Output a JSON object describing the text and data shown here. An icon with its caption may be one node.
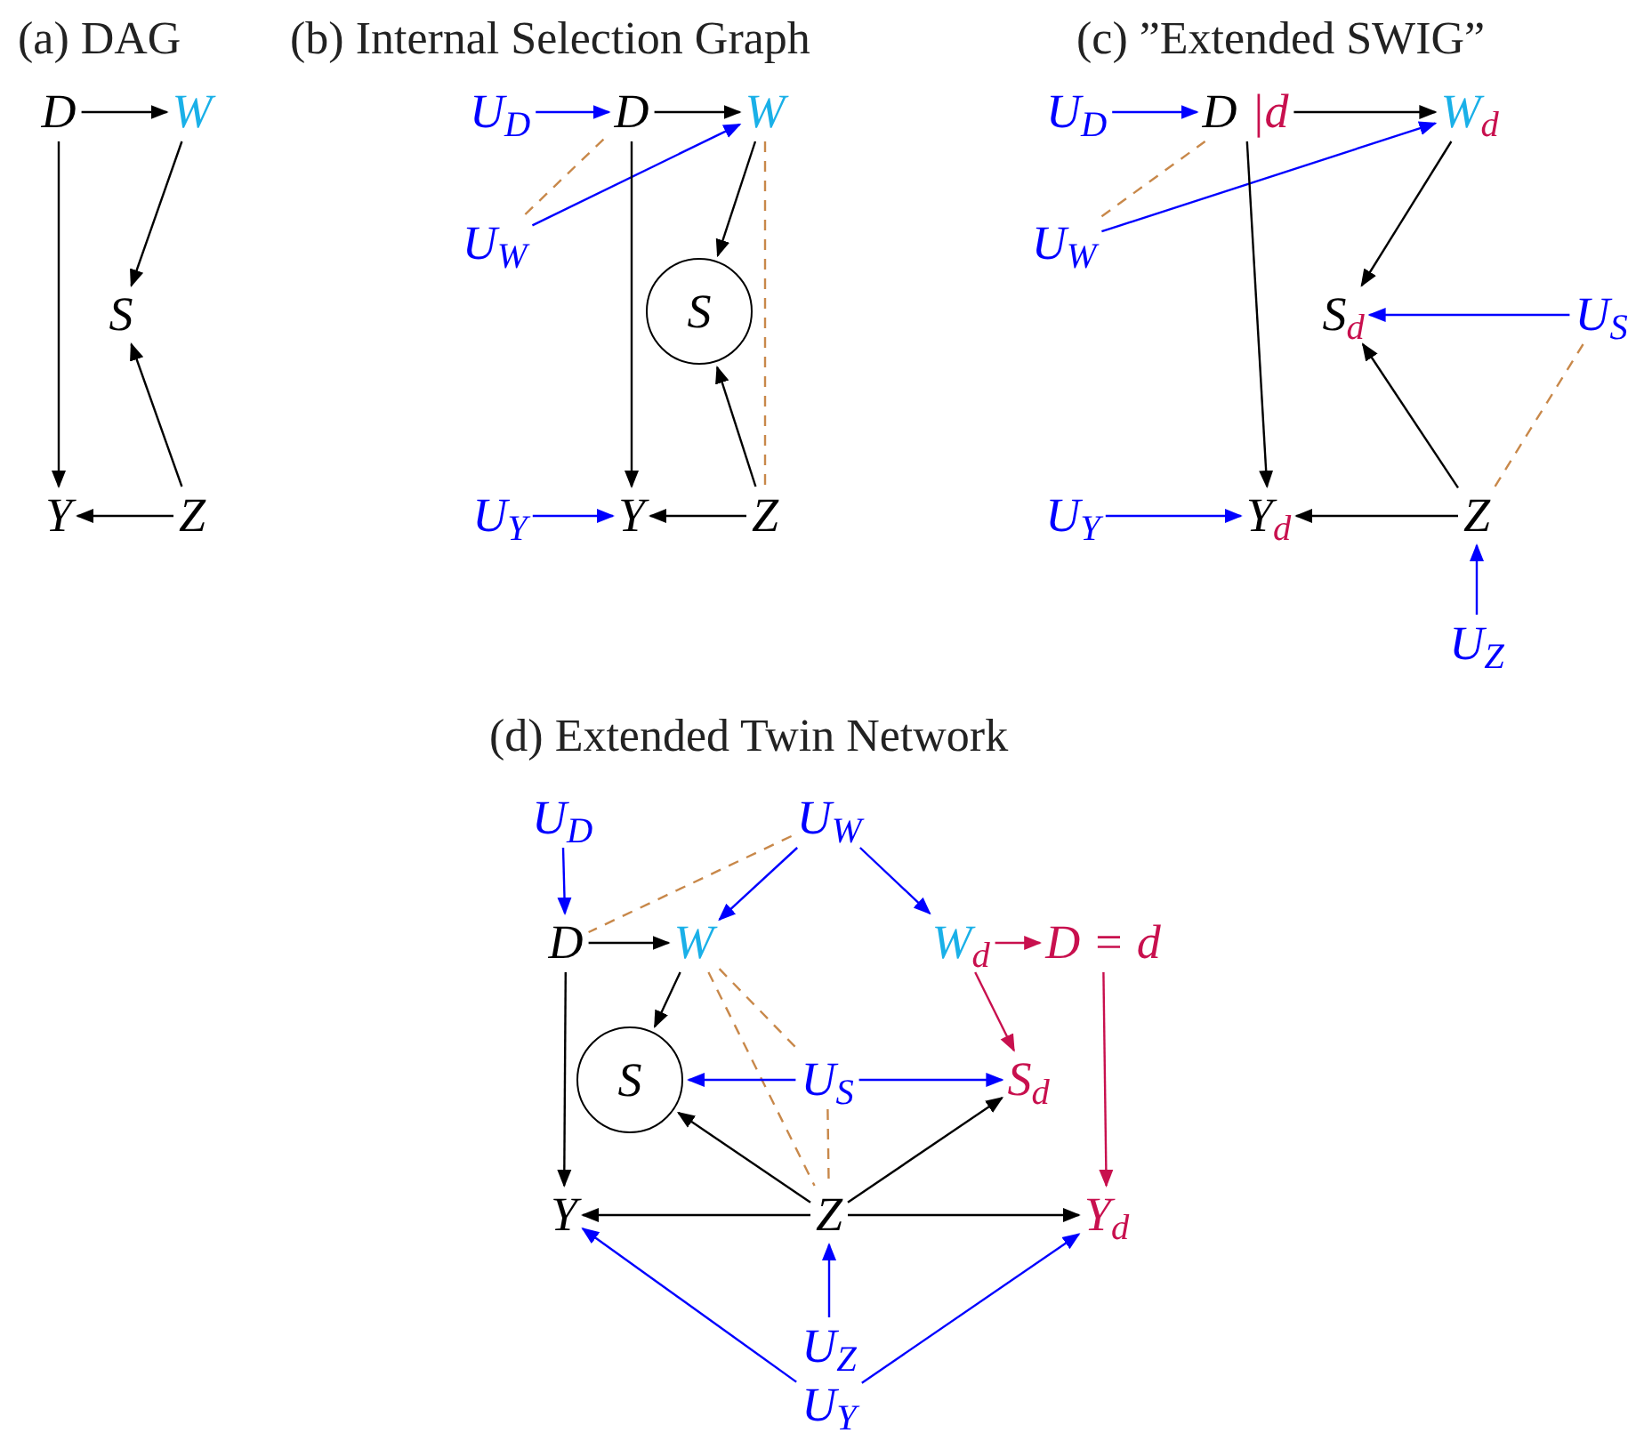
{
  "diagram": {
    "nodes": [
      {
        "text": [
          "D"
        ]
      },
      {
        "text": [
          "W"
        ]
      },
      {
        "text": [
          "S"
        ]
      },
      {
        "text": [
          "Y"
        ]
      },
      {
        "text": [
          "Z"
        ]
      },
      {
        "text": [
          "U$_{D}$"
        ]
      },
      {
        "text": [
          "D"
        ]
      },
      {
        "text": [
          "W"
        ]
      },
      {
        "text": [
          "U$_{W}$"
        ]
      },
      {
        "text": [
          "S"
        ]
      },
      {
        "text": [
          "U$_{Y}$"
        ]
      },
      {
        "text": [
          "Y"
        ]
      },
      {
        "text": [
          "Z"
        ]
      },
      {
        "text": [
          "U$_{D}$"
        ]
      },
      {
        "text": [
          "D",
          "|d"
        ]
      },
      {
        "text": [
          "W$_{d}$"
        ]
      },
      {
        "text": [
          "U$_{W}$"
        ]
      },
      {
        "text": [
          "S$_{d}$"
        ]
      },
      {
        "text": [
          "U$_{S}$"
        ]
      },
      {
        "text": [
          "U$_{Y}$"
        ]
      },
      {
        "text": [
          "Y$_{d}$"
        ]
      },
      {
        "text": [
          "Z"
        ]
      },
      {
        "text": [
          "U$_{Z}$"
        ]
      },
      {
        "text": [
          "U$_{D}$"
        ]
      },
      {
        "text": [
          "U$_{W}$"
        ]
      },
      {
        "text": [
          "D"
        ]
      },
      {
        "text": [
          "W"
        ]
      },
      {
        "text": [
          "W$_{d}$"
        ]
      },
      {
        "text": [
          "D = d"
        ]
      },
      {
        "text": [
          "S"
        ]
      },
      {
        "text": [
          "U$_{S}$"
        ]
      },
      {
        "text": [
          "S$_{d}$"
        ]
      },
      {
        "text": [
          "Y"
        ]
      },
      {
        "text": [
          "Z"
        ]
      },
      {
        "text": [
          "Y$_{d}$"
        ]
      },
      {
        "text": [
          "U$_{Z}$"
        ]
      },
      {
        "text": [
          "U$_{Y}$"
        ]
      }
    ],
    "edges": [
      {
        "from": 0,
        "to": 1,
        "arrow": "to"
      },
      {
        "from": 1,
        "to": 2,
        "arrow": "to"
      },
      {
        "from": 0,
        "to": 3,
        "arrow": "to"
      },
      {
        "from": 4,
        "to": 2,
        "arrow": "to"
      },
      {
        "from": 4,
        "to": 3,
        "arrow": "to"
      },
      {
        "from": 5,
        "to": 6,
        "arrow": "to",
        "color": "#0000ff"
      },
      {
        "from": 6,
        "to": 7,
        "arrow": "to"
      },
      {
        "from": 8,
        "to": 7,
        "arrow": "to",
        "color": "#0000ff"
      },
      {
        "from": 8,
        "to": 6,
        "arrow": "none",
        "style": "dashed",
        "color": "#c8884a"
      },
      {
        "from": 7,
        "to": 9,
        "arrow": "to"
      },
      {
        "from": 6,
        "to": 11,
        "arrow": "to"
      },
      {
        "from": 12,
        "to": 9,
        "arrow": "to"
      },
      {
        "from": 10,
        "to": 11,
        "arrow": "to",
        "color": "#0000ff"
      },
      {
        "from": 12,
        "to": 11,
        "arrow": "to"
      },
      {
        "from": 7,
        "to": 12,
        "arrow": "none",
        "style": "dashed",
        "color": "#c8884a"
      },
      {
        "from": 13,
        "to": 14,
        "arrow": "to",
        "color": "#0000ff"
      },
      {
        "from": 14,
        "to": 15,
        "arrow": "to"
      },
      {
        "from": 16,
        "to": 15,
        "arrow": "to",
        "color": "#0000ff"
      },
      {
        "from": 16,
        "to": 14,
        "arrow": "none",
        "style": "dashed",
        "color": "#c8884a"
      },
      {
        "from": 15,
        "to": 17,
        "arrow": "to"
      },
      {
        "from": 18,
        "to": 17,
        "arrow": "to",
        "color": "#0000ff"
      },
      {
        "from": 21,
        "to": 17,
        "arrow": "to"
      },
      {
        "from": 14,
        "to": 20,
        "arrow": "to"
      },
      {
        "from": 19,
        "to": 20,
        "arrow": "to",
        "color": "#0000ff"
      },
      {
        "from": 21,
        "to": 20,
        "arrow": "to"
      },
      {
        "from": 22,
        "to": 21,
        "arrow": "to",
        "color": "#0000ff"
      },
      {
        "from": 18,
        "to": 21,
        "arrow": "none",
        "style": "dashed",
        "color": "#c8884a"
      },
      {
        "from": 23,
        "to": 25,
        "arrow": "to",
        "color": "#0000ff"
      },
      {
        "from": 24,
        "to": 26,
        "arrow": "to",
        "color": "#0000ff"
      },
      {
        "from": 24,
        "to": 27,
        "arrow": "to",
        "color": "#0000ff"
      },
      {
        "from": 24,
        "to": 25,
        "arrow": "none",
        "style": "dashed",
        "color": "#c8884a"
      },
      {
        "from": 25,
        "to": 26,
        "arrow": "to"
      },
      {
        "from": 26,
        "to": 29,
        "arrow": "to"
      },
      {
        "from": 26,
        "to": 33,
        "arrow": "none",
        "style": "dashed",
        "color": "#c8884a"
      },
      {
        "from": 26,
        "to": 30,
        "arrow": "none",
        "style": "dashed",
        "color": "#c8884a"
      },
      {
        "from": 30,
        "to": 33,
        "arrow": "none",
        "style": "dashed",
        "color": "#c8884a"
      },
      {
        "from": 27,
        "to": 28,
        "arrow": "to",
        "color": "#c8104e"
      },
      {
        "from": 27,
        "to": 31,
        "arrow": "to",
        "color": "#c8104e"
      },
      {
        "from": 28,
        "to": 34,
        "arrow": "to",
        "color": "#c8104e"
      },
      {
        "from": 30,
        "to": 29,
        "arrow": "to",
        "color": "#0000ff"
      },
      {
        "from": 30,
        "to": 31,
        "arrow": "to",
        "color": "#0000ff"
      },
      {
        "from": 33,
        "to": 29,
        "arrow": "to"
      },
      {
        "from": 33,
        "to": 31,
        "arrow": "to"
      },
      {
        "from": 25,
        "to": 32,
        "arrow": "to"
      },
      {
        "from": 33,
        "to": 32,
        "arrow": "to"
      },
      {
        "from": 33,
        "to": 34,
        "arrow": "to"
      },
      {
        "from": 35,
        "to": 33,
        "arrow": "to",
        "color": "#0000ff"
      },
      {
        "from": 36,
        "to": 32,
        "arrow": "to",
        "color": "#0000ff"
      },
      {
        "from": 36,
        "to": 34,
        "arrow": "to",
        "color": "#0000ff"
      }
    ],
    "labels": [
      "(a) DAG",
      "(b) Internal Selection Graph",
      "(c) ”Extended SWIG”",
      "(d) Extended Twin Network"
    ]
  }
}
